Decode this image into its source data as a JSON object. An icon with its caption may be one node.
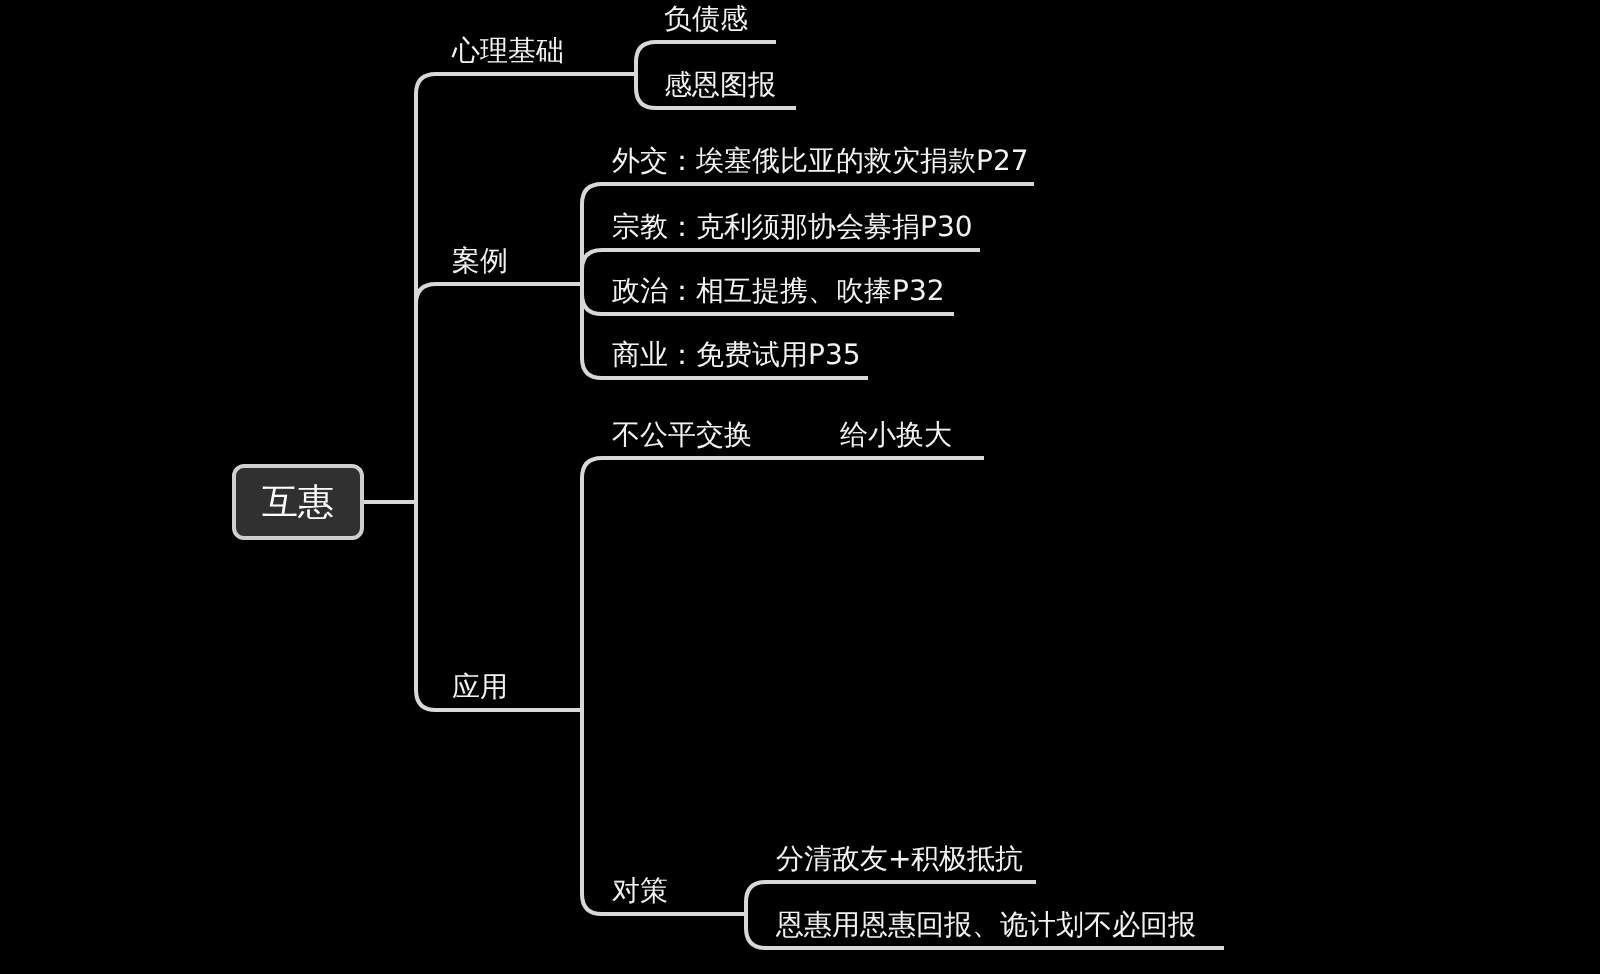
{
  "diagram": {
    "nodes": [
      {
        "text": [
          "互惠"
        ]
      },
      {
        "text": [
          "心理基础"
        ]
      },
      {
        "text": [
          "负债感"
        ]
      },
      {
        "text": [
          "感恩图报"
        ]
      },
      {
        "text": [
          "案例"
        ]
      },
      {
        "text": [
          "外交：埃塞俄比亚的救灾捐款P27"
        ]
      },
      {
        "text": [
          "宗教：克利须那协会募捐P30"
        ]
      },
      {
        "text": [
          "政治：相互提携、吹捧P32"
        ]
      },
      {
        "text": [
          "商业：免费试用P35"
        ]
      },
      {
        "text": [
          "应用"
        ]
      },
      {
        "text": [
          "不公平交换"
        ]
      },
      {
        "text": [
          "给小换大"
        ]
      },
      {
        "text": [
          "对策"
        ]
      },
      {
        "text": [
          "分清敌友+积极抵抗"
        ]
      },
      {
        "text": [
          "恩惠用恩惠回报、诡计划不必回报"
        ]
      }
    ],
    "edges": [
      {
        "from": 0,
        "to": 1,
        "arrow": "none"
      },
      {
        "from": 1,
        "to": 2,
        "arrow": "none"
      },
      {
        "from": 1,
        "to": 3,
        "arrow": "none"
      },
      {
        "from": 0,
        "to": 4,
        "arrow": "none"
      },
      {
        "from": 4,
        "to": 5,
        "arrow": "none"
      },
      {
        "from": 4,
        "to": 6,
        "arrow": "none"
      },
      {
        "from": 4,
        "to": 7,
        "arrow": "none"
      },
      {
        "from": 4,
        "to": 8,
        "arrow": "none"
      },
      {
        "from": 0,
        "to": 9,
        "arrow": "none"
      },
      {
        "from": 9,
        "to": 10,
        "arrow": "none"
      },
      {
        "from": 10,
        "to": 11,
        "arrow": "none"
      },
      {
        "from": 9,
        "to": 12,
        "arrow": "none"
      },
      {
        "from": 12,
        "to": 13,
        "arrow": "none"
      },
      {
        "from": 12,
        "to": 14,
        "arrow": "none"
      }
    ]
  }
}
